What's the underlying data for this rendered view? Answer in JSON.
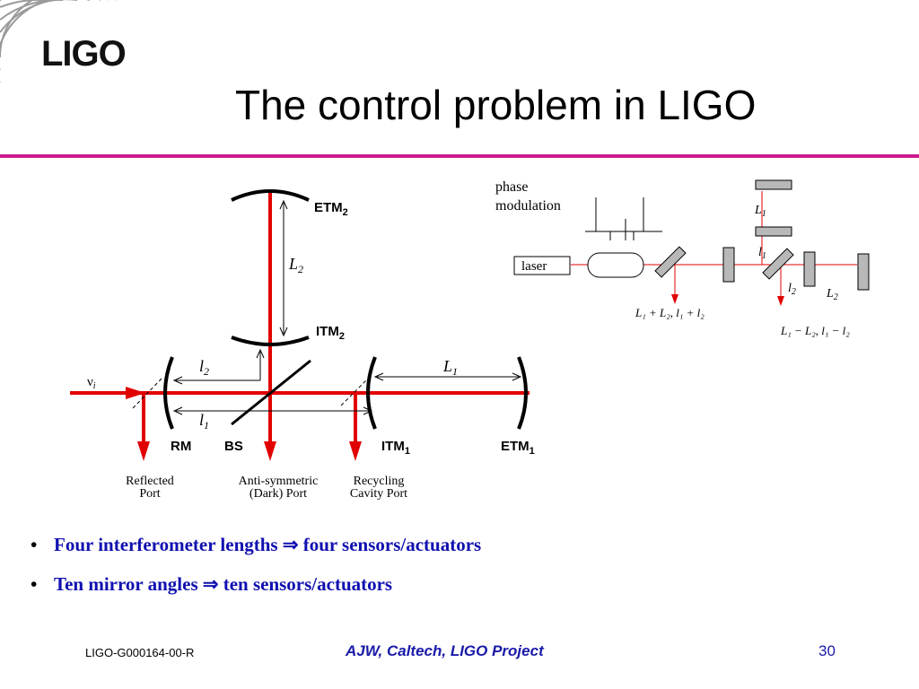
{
  "logo": {
    "text": "LIGO"
  },
  "title": "The control problem in LIGO",
  "left_diagram": {
    "etm2": "ETM",
    "etm2_sub": "2",
    "itm2": "ITM",
    "itm2_sub": "2",
    "itm1": "ITM",
    "itm1_sub": "1",
    "etm1": "ETM",
    "etm1_sub": "1",
    "rm": "RM",
    "bs": "BS",
    "nu": "ν",
    "nu_sub": "i",
    "L2": "L",
    "L2_sub": "2",
    "L1": "L",
    "L1_sub": "1",
    "l2": "l",
    "l2_sub": "2",
    "l1": "l",
    "l1_sub": "1",
    "ports": {
      "reflected_1": "Reflected",
      "reflected_2": "Port",
      "antisym_1": "Anti-symmetric",
      "antisym_2": "(Dark)  Port",
      "recycling_1": "Recycling",
      "recycling_2": "Cavity  Port"
    }
  },
  "right_diagram": {
    "phase": "phase",
    "modulation": "modulation",
    "laser": "laser",
    "L1": "L",
    "L1_sub": "1",
    "l1": "l",
    "l1_sub": "1",
    "l2": "l",
    "l2_sub": "2",
    "L2": "L",
    "L2_sub": "2",
    "sum_label": "L₁ + L₂, l₁ + l₂",
    "diff_label": "L₁ − L₂, l₁ − l₂"
  },
  "bullets": [
    "Four interferometer lengths ⇒ four sensors/actuators",
    "Ten mirror angles ⇒ ten sensors/actuators"
  ],
  "footer": {
    "doc_id": "LIGO-G000164-00-R",
    "center": "AJW, Caltech, LIGO Project",
    "page": "30"
  },
  "colors": {
    "beam": "#e10000",
    "rule": "#cc1b8f",
    "bullet_text": "#1010b0"
  }
}
